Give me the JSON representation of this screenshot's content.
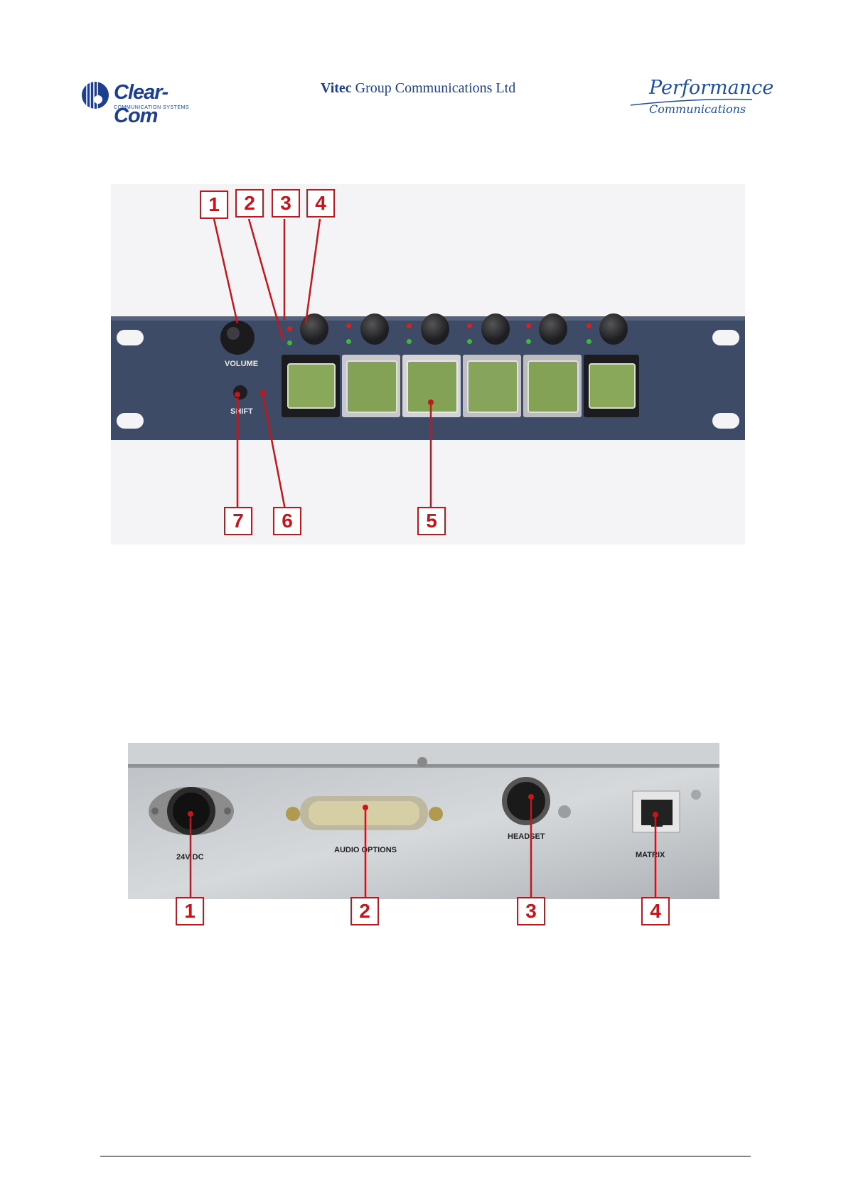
{
  "header": {
    "clearcom_name": "Clear-Com",
    "clearcom_tagline": "COMMUNICATION SYSTEMS",
    "vitec_brand": "Vitec",
    "vitec_rest": "Group Communications Ltd",
    "performance_line1": "Performance",
    "performance_line2": "Communications"
  },
  "front_panel": {
    "volume_label": "VOLUME",
    "shift_label": "SHIFT",
    "callouts": [
      "1",
      "2",
      "3",
      "4",
      "5",
      "6",
      "7"
    ]
  },
  "rear_panel": {
    "labels": {
      "dc": "24V DC",
      "audio": "AUDIO OPTIONS",
      "headset": "HEADSET",
      "matrix": "MATRIX"
    },
    "callouts": [
      "1",
      "2",
      "3",
      "4"
    ]
  },
  "colors": {
    "callout_red": "#c4161c",
    "panel_blue": "#3e4b66",
    "lcd_green": "#8aa85a",
    "brand_blue": "#1c3f8f"
  }
}
